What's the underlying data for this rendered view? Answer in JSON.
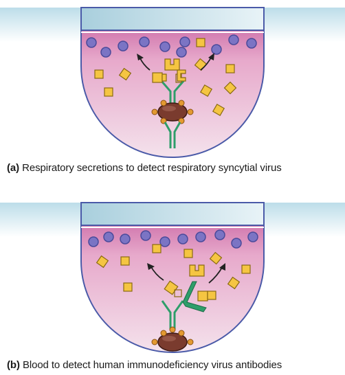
{
  "panels": [
    {
      "id": "a",
      "label": "(a)",
      "caption": "Respiratory secretions to detect respiratory syncytial virus",
      "scene": "direct-detection"
    },
    {
      "id": "b",
      "label": "(b)",
      "caption": "Blood to detect human immunodeficiency virus antibodies",
      "scene": "indirect-detection"
    }
  ],
  "colors": {
    "well_outline": "#4a5aa8",
    "fluid_top": "#c2569a",
    "fluid_bottom": "#f2dde8",
    "side_gradient_top": "#bcdde9",
    "side_gradient_bottom": "#ffffff",
    "particle_circle": "#7b74c4",
    "particle_square": "#f5c542",
    "antibody_green": "#2e9e6a",
    "enzyme_brown": "#7a3b2e",
    "enzyme_dot": "#e39a32"
  }
}
